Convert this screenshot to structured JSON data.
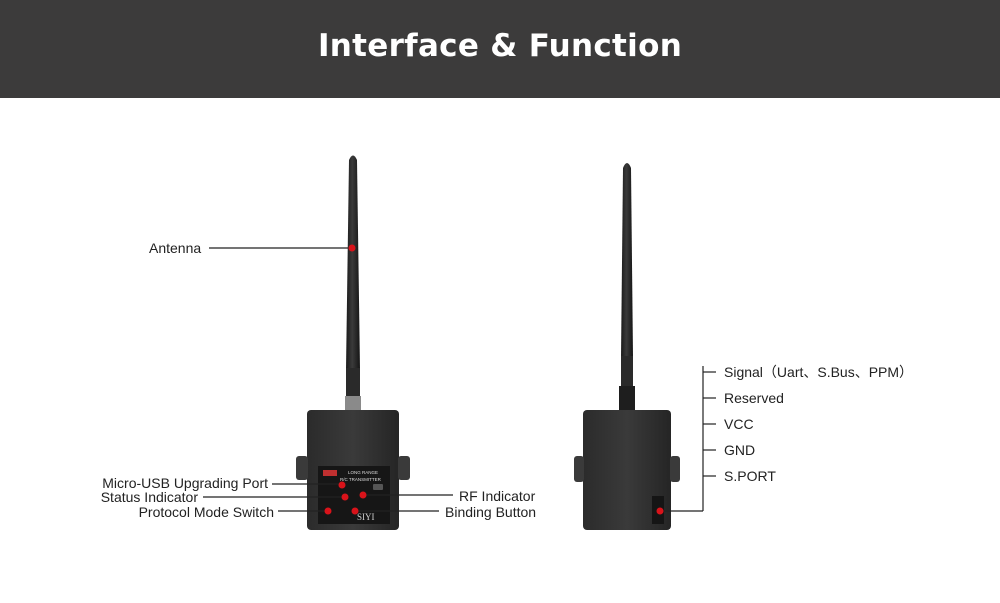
{
  "header": {
    "title": "Interface & Function"
  },
  "front": {
    "antenna_label": "Antenna",
    "usb_label": "Micro-USB Upgrading Port",
    "status_label": "Status Indicator",
    "protocol_label": "Protocol Mode Switch",
    "rf_label": "RF Indicator",
    "binding_label": "Binding Button",
    "panel_text_1": "LONG RANGE",
    "panel_text_2": "R/C TRANSMITTER",
    "brand": "SIYI"
  },
  "back": {
    "pins": [
      {
        "label": "Signal（Uart、S.Bus、PPM）"
      },
      {
        "label": "Reserved"
      },
      {
        "label": "VCC"
      },
      {
        "label": "GND"
      },
      {
        "label": "S.PORT"
      }
    ]
  },
  "colors": {
    "header_bg": "#3c3b3b",
    "marker": "#d9131a",
    "line": "#222222"
  }
}
